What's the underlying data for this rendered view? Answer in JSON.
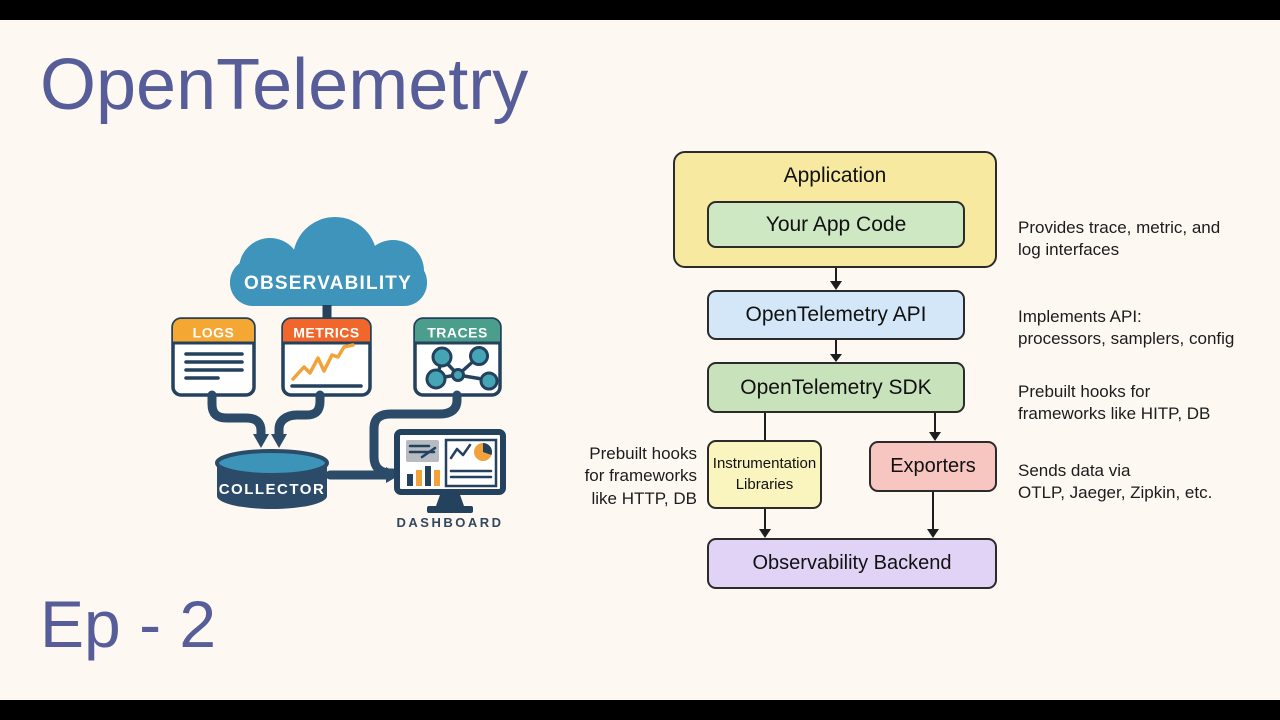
{
  "slide": {
    "title": "OpenTelemetry",
    "episode": "Ep - 2",
    "background_color": "#FDF8F2",
    "letterbox_color": "#000000",
    "heading_color": "#575D99"
  },
  "observability_graphic": {
    "cloud_label": "OBSERVABILITY",
    "cloud_color": "#3E94BA",
    "outline_color": "#24415E",
    "cards": [
      {
        "label": "LOGS",
        "header_color": "#F5A733",
        "icon": "log-lines-icon"
      },
      {
        "label": "METRICS",
        "header_color": "#F1672B",
        "icon": "line-chart-icon"
      },
      {
        "label": "TRACES",
        "header_color": "#4C9E8C",
        "icon": "trace-graph-icon"
      }
    ],
    "collector_label": "COLLECTOR",
    "collector_top_color": "#3C94B8",
    "dashboard_label": "DASHBOARD",
    "accent_orange": "#F2A23B",
    "node_teal": "#45A5B5"
  },
  "architecture_diagram": {
    "nodes": {
      "application": {
        "label": "Application",
        "fill": "#F7E9A0"
      },
      "your_app_code": {
        "label": "Your App Code",
        "fill": "#CEE8C4"
      },
      "otel_api": {
        "label": "OpenTelemetry API",
        "fill": "#D4E7F9"
      },
      "otel_sdk": {
        "label": "OpenTelemetry SDK",
        "fill": "#C8E2BC"
      },
      "instrumentation_libraries": {
        "label": "Instrumentation\nLibraries",
        "fill": "#FAF4BE"
      },
      "exporters": {
        "label": "Exporters",
        "fill": "#F7C6C1"
      },
      "observability_backend": {
        "label": "Observability Backend",
        "fill": "#E0D3F5"
      }
    },
    "annotations": {
      "api_note": "Provides trace, metric, and\nlog interfaces",
      "sdk_note": "Implements API:\nprocessors, samplers, config",
      "hooks_note": "Prebuilt hooks for\nframeworks like HITP, DB",
      "exporters_note": "Sends data via\nOTLP, Jaeger, Zipkin, etc.",
      "instrumentation_note": "Prebuilt hooks\nfor frameworks\nlike HTTP, DB"
    }
  }
}
